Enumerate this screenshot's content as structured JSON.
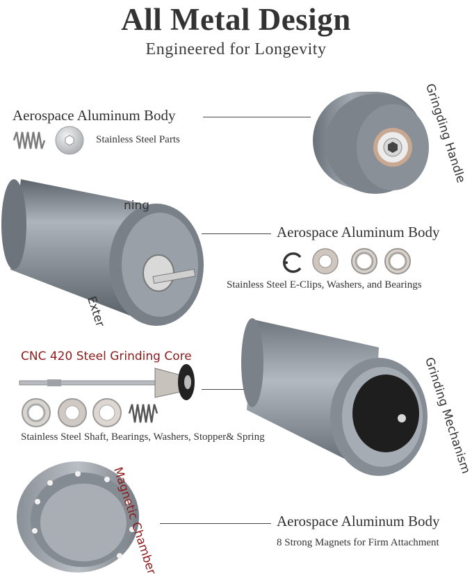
{
  "header": {
    "title": "All Metal Design",
    "subtitle": "Engineered for Longevity"
  },
  "sections": {
    "handle": {
      "body_label": "Aerospace Aluminum Body",
      "parts_label": "Stainless Steel Parts",
      "callout": "Gringding Handle"
    },
    "ring": {
      "partial_label_top": "ning",
      "partial_label_side": "Exter",
      "body_label": "Aerospace Aluminum Body",
      "parts_label": "Stainless Steel E-Clips, Washers, and Bearings"
    },
    "core": {
      "core_label": "CNC 420 Steel Grinding Core",
      "parts_label": "Stainless Steel Shaft, Bearings, Washers, Stopper& Spring",
      "callout": "Grinding Mechanism"
    },
    "chamber": {
      "callout": "Magnetic Chamber",
      "body_label": "Aerospace Aluminum Body",
      "magnets_label": "8 Strong Magnets for Firm Attachment"
    }
  },
  "colors": {
    "aluminum": "#8d949c",
    "aluminum_dark": "#5f666e",
    "steel": "#c9ccd0",
    "accent_red": "#8b1a1a"
  }
}
